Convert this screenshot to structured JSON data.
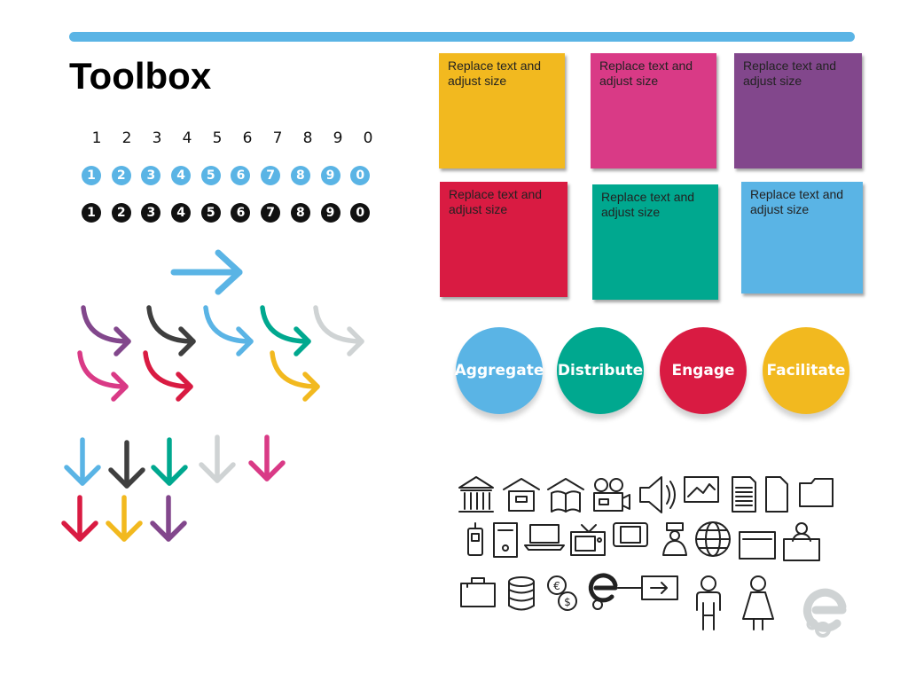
{
  "title": "Toolbox",
  "digits": [
    "1",
    "2",
    "3",
    "4",
    "5",
    "6",
    "7",
    "8",
    "9",
    "0"
  ],
  "colors": {
    "topbar": "#5ab4e5",
    "blue": "#5ab4e5",
    "dark": "#111111",
    "yellow": "#f2b91f",
    "magenta": "#d93a86",
    "purple": "#82478c",
    "red": "#d91b42",
    "teal": "#00a88f",
    "lightblue": "#5ab4e5",
    "gray": "#cfd3d4",
    "charcoal": "#3f3f3f"
  },
  "notes": [
    {
      "text": "Replace text and adjust size",
      "color": "#f2b91f"
    },
    {
      "text": "Replace text and adjust size",
      "color": "#d93a86"
    },
    {
      "text": "Replace text and adjust size",
      "color": "#82478c"
    },
    {
      "text": "Replace text and adjust size",
      "color": "#d91b42"
    },
    {
      "text": "Replace text and adjust size",
      "color": "#00a88f"
    },
    {
      "text": "Replace text and adjust size",
      "color": "#5ab4e5"
    }
  ],
  "bubbles": [
    {
      "label": "Aggregate",
      "color": "#5ab4e5"
    },
    {
      "label": "Distribute",
      "color": "#00a88f"
    },
    {
      "label": "Engage",
      "color": "#d91b42"
    },
    {
      "label": "Facilitate",
      "color": "#f2b91f"
    }
  ],
  "icons": [
    "bank-icon",
    "home-office-icon",
    "library-book-icon",
    "video-camera-icon",
    "speaker-icon",
    "image-icon",
    "document-icon",
    "blank-document-icon",
    "folder-icon",
    "walkie-talkie-icon",
    "desktop-tower-icon",
    "laptop-icon",
    "tv-icon",
    "tablet-icon",
    "presenter-icon",
    "globe-icon",
    "monitor-icon",
    "person-at-desk-icon",
    "briefcase-icon",
    "database-icon",
    "currency-icon",
    "logo-transfer-icon",
    "man-icon",
    "woman-icon",
    "brand-logo-icon"
  ]
}
